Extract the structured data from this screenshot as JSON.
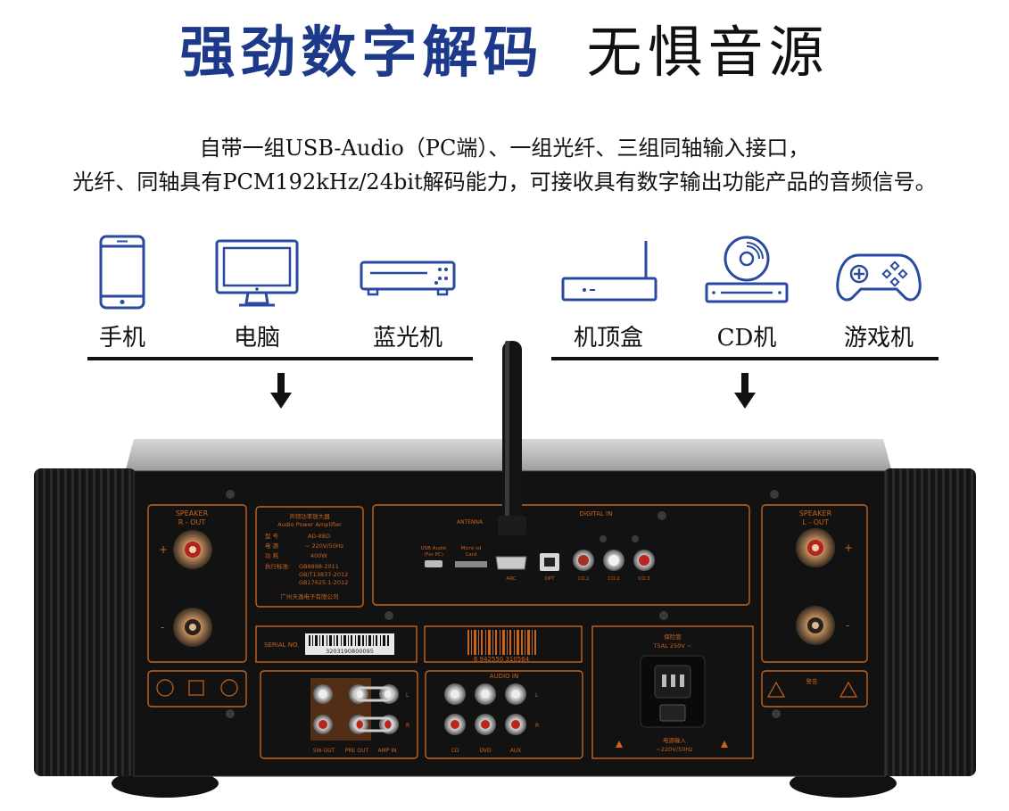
{
  "title": {
    "part1": "强劲数字解码",
    "part2": "无惧音源"
  },
  "description": {
    "line1": "自带一组USB-Audio（PC端）、一组光纤、三组同轴输入接口，",
    "line2": "光纤、同轴具有PCM192kHz/24bit解码能力，可接收具有数字输出功能产品的音频信号。"
  },
  "devices_left": [
    {
      "label": "手机",
      "icon": "phone-icon"
    },
    {
      "label": "电脑",
      "icon": "monitor-icon"
    },
    {
      "label": "蓝光机",
      "icon": "bluray-player-icon"
    }
  ],
  "devices_right": [
    {
      "label": "机顶盒",
      "icon": "set-top-box-icon"
    },
    {
      "label": "CD机",
      "icon": "cd-player-icon"
    },
    {
      "label": "游戏机",
      "icon": "gamepad-icon"
    }
  ],
  "colors": {
    "title_blue": "#1d3a8a",
    "icon_blue": "#2a4aa0",
    "panel_orange": "#c8641e",
    "panel_black": "#121212"
  },
  "amplifier": {
    "speaker_r": "SPEAKER\nR - OUT",
    "speaker_r1": "SPEAKER",
    "speaker_r2": "R - OUT",
    "speaker_l1": "SPEAKER",
    "speaker_l2": "L - OUT",
    "plate_title1": "声频功率放大器",
    "plate_title2": "Audio Power Amplifier",
    "plate_model_k": "型 号",
    "plate_model_v": "AD-88D",
    "plate_power_k": "电 源",
    "plate_power_v": "~ 220V/50Hz",
    "plate_watt_k": "功 耗",
    "plate_watt_v": "400W",
    "plate_std_k": "执行标准:",
    "plate_std_1": "GB8898-2011",
    "plate_std_2": "GB/T13837-2012",
    "plate_std_3": "GB17625.1-2012",
    "plate_company": "广州天逸电子有限公司",
    "antenna": "ANTENNA",
    "digital_in": "DIGITAL IN",
    "usb_audio1": "USB Audio",
    "usb_audio2": "(For PC)",
    "micro_sd1": "Micro sd",
    "micro_sd2": "Card",
    "arc": "ARC",
    "opt": "OPT",
    "co1": "CO.1",
    "co2": "CO.2",
    "co3": "CO.3",
    "serial_no": "SERIAL NO.",
    "serial_value": "3203190800095",
    "barcode_number": "6 942550 310564",
    "fuse1": "保险管",
    "fuse2": "T5AL 250V ~",
    "power_in1": "电源输入",
    "power_in2": "~220V/50Hz",
    "warning": "警告",
    "audio_in": "AUDIO IN",
    "cd": "CD",
    "dvd": "DVD",
    "aux": "AUX",
    "sw_out": "SW-OUT",
    "pre_out": "PRE OUT",
    "amp_in": "AMP IN",
    "l": "L",
    "r": "R",
    "plus": "+",
    "minus": "-"
  }
}
